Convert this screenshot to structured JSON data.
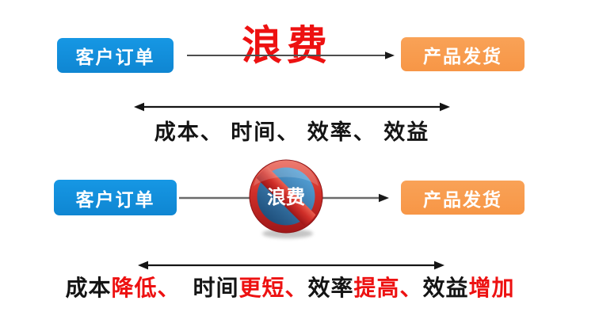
{
  "colors": {
    "blue": "#0f86d2",
    "orange": "#f79646",
    "red": "#ed1111",
    "ink": "#141414",
    "line": "#5a5a5a"
  },
  "top_flow": {
    "source_label": "客户订单",
    "waste_label": "浪费",
    "target_label": "产品发货"
  },
  "metrics_before": {
    "text": "成本、 时间、 效率、 效益"
  },
  "bottom_flow": {
    "source_label": "客户订单",
    "sign_label": "浪费",
    "target_label": "产品发货"
  },
  "metrics_after": {
    "segments": [
      {
        "text": "成本",
        "emphasis": false
      },
      {
        "text": "降低、",
        "emphasis": true
      },
      {
        "text": "时间",
        "emphasis": false
      },
      {
        "text": "更短、",
        "emphasis": true
      },
      {
        "text": "效率",
        "emphasis": false
      },
      {
        "text": "提高、",
        "emphasis": true
      },
      {
        "text": "效益",
        "emphasis": false
      },
      {
        "text": "增加",
        "emphasis": true
      }
    ]
  },
  "sign": {
    "ring_color": "#c6241f",
    "inner_color": "#2e6da4",
    "slash_direction": "top-left-to-bottom-right"
  }
}
